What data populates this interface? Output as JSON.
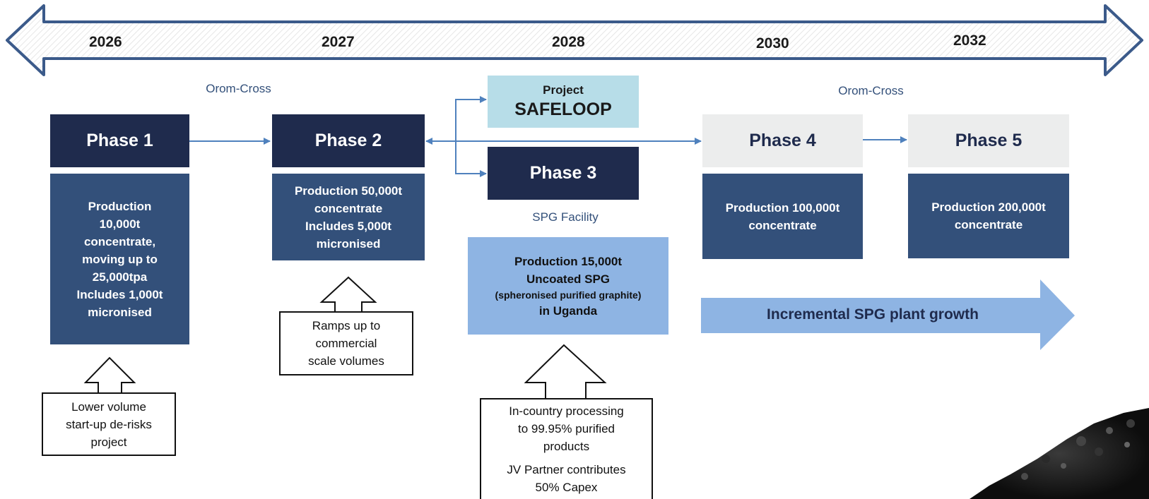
{
  "timeline": {
    "years": [
      "2026",
      "2027",
      "2028",
      "2030",
      "2032"
    ]
  },
  "labels": {
    "orom_cross_left": "Orom-Cross",
    "orom_cross_right": "Orom-Cross",
    "spg_facility": "SPG Facility"
  },
  "project": {
    "line1": "Project",
    "line2": "SAFELOOP"
  },
  "phases": {
    "phase1": "Phase 1",
    "phase2": "Phase 2",
    "phase3": "Phase 3",
    "phase4": "Phase 4",
    "phase5": "Phase 5"
  },
  "production": {
    "phase1": [
      "Production",
      "10,000t",
      "concentrate,",
      "moving up to",
      "25,000tpa",
      "Includes 1,000t",
      "micronised"
    ],
    "phase2": [
      "Production 50,000t",
      "concentrate",
      "Includes 5,000t",
      "micronised"
    ],
    "phase3": [
      "Production 15,000t",
      "Uncoated SPG",
      "(spheronised purified graphite)",
      "in Uganda"
    ],
    "phase4": [
      "Production 100,000t",
      "concentrate"
    ],
    "phase5": [
      "Production 200,000t",
      "concentrate"
    ]
  },
  "growth_arrow": "Incremental SPG plant growth",
  "notes": {
    "phase1": [
      "Lower volume",
      "start-up de-risks",
      "project"
    ],
    "phase2": [
      "Ramps up to",
      "commercial",
      "scale volumes"
    ],
    "phase3a": [
      "In-country processing",
      "to 99.95% purified",
      "products"
    ],
    "phase3b": [
      "JV Partner contributes",
      "50% Capex"
    ]
  },
  "colors": {
    "dark_navy": "#1f2b4d",
    "steel_blue": "#33507a",
    "light_blue": "#8eb4e3",
    "pale_cyan": "#b7dde8",
    "light_grey": "#eceded",
    "connector": "#4f81bd"
  }
}
